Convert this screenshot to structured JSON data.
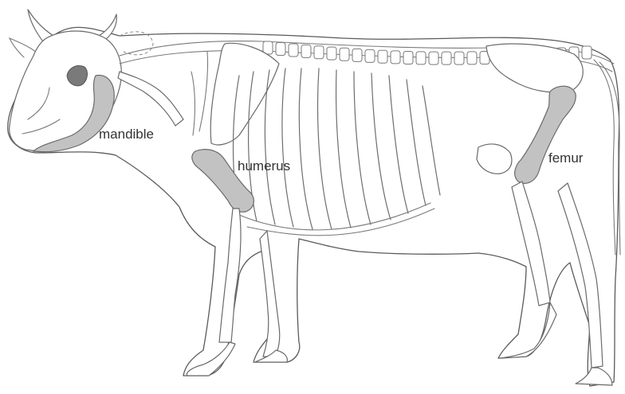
{
  "labels": {
    "mandible": "mandible",
    "humerus": "humerus",
    "femur": "femur"
  },
  "colors": {
    "highlight": "#c2c2c2",
    "eye_socket": "#7a7a7a",
    "outline": "#5a5a5a",
    "label_text": "#333333"
  }
}
